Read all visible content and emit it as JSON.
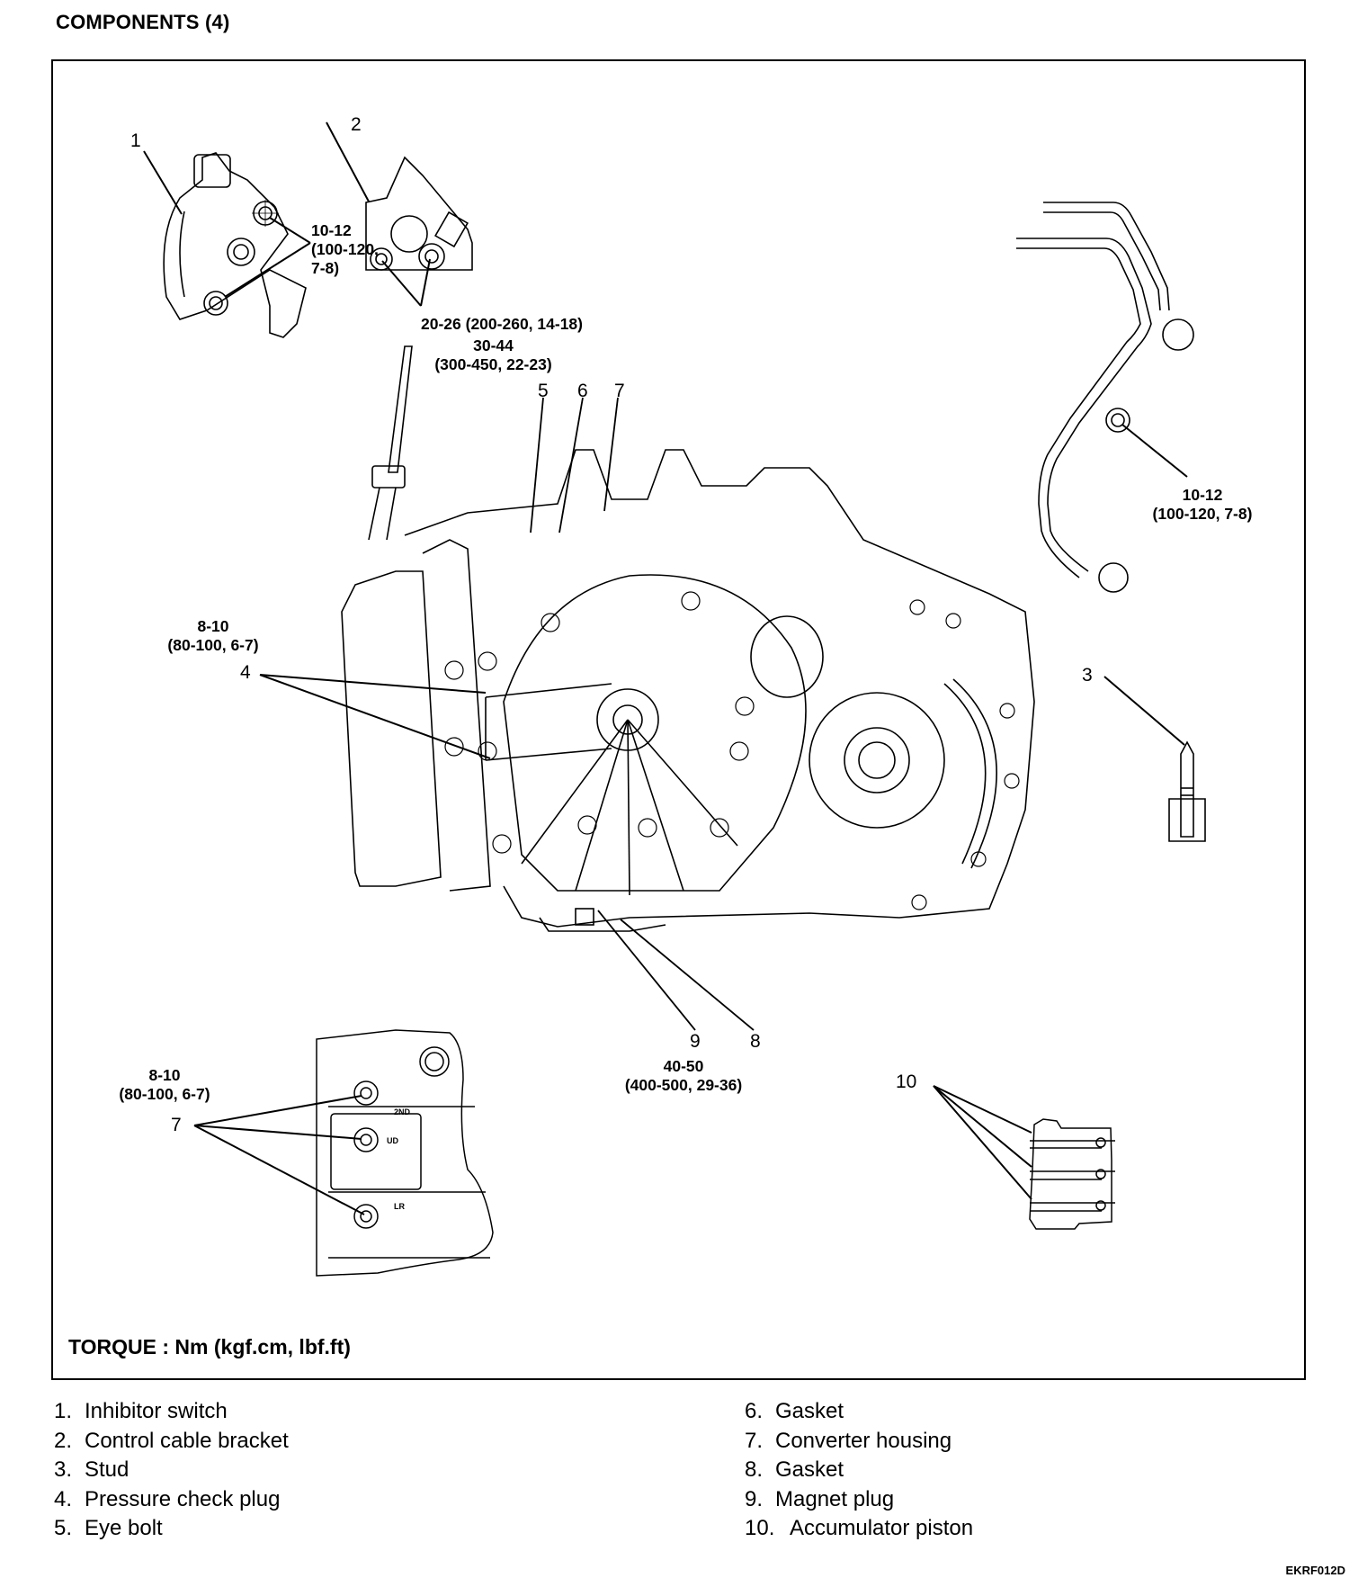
{
  "page": {
    "title": "COMPONENTS (4)",
    "figure_code": "EKRF012D",
    "torque_unit_note": "TORQUE : Nm (kgf.cm, lbf.ft)"
  },
  "callouts": {
    "c1": "1",
    "c2": "2",
    "c3": "3",
    "c4": "4",
    "c5": "5",
    "c6": "6",
    "c7_top": "7",
    "c7_bottom": "7",
    "c8": "8",
    "c9": "9",
    "c10": "10"
  },
  "torque_specs": {
    "inhibitor_switch": {
      "line1": "10-12",
      "line2": "(100-120,",
      "line3": "7-8)"
    },
    "control_cable_bracket": {
      "line1": "20-26 (200-260, 14-18)"
    },
    "eye_bolt": {
      "line1": "30-44",
      "line2": "(300-450, 22-23)"
    },
    "oil_cooler_pipe": {
      "line1": "10-12",
      "line2": "(100-120, 7-8)"
    },
    "pressure_check_plug": {
      "line1": "8-10",
      "line2": "(80-100, 6-7)"
    },
    "magnet_plug": {
      "line1": "40-50",
      "line2": "(400-500, 29-36)"
    },
    "converter_housing_plugs": {
      "line1": "8-10",
      "line2": "(80-100, 6-7)"
    }
  },
  "housing_markings": {
    "second": "2ND",
    "underdrive": "UD",
    "low_reverse": "LR"
  },
  "legend": {
    "left": [
      {
        "num": "1.",
        "text": "Inhibitor switch"
      },
      {
        "num": "2.",
        "text": "Control cable bracket"
      },
      {
        "num": "3.",
        "text": "Stud"
      },
      {
        "num": "4.",
        "text": "Pressure check plug"
      },
      {
        "num": "5.",
        "text": "Eye bolt"
      }
    ],
    "right": [
      {
        "num": "6.",
        "text": "Gasket"
      },
      {
        "num": "7.",
        "text": "Converter housing"
      },
      {
        "num": "8.",
        "text": "Gasket"
      },
      {
        "num": "9.",
        "text": "Magnet plug"
      },
      {
        "num": "10.",
        "text": "Accumulator piston"
      }
    ]
  }
}
